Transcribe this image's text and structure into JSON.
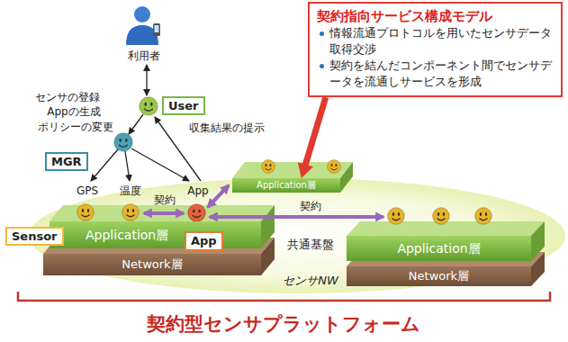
{
  "diagram": {
    "caption": "契約型センサプラットフォーム",
    "nodes": [
      {
        "text": [
          "契約指向サービス構成モデル",
          "情報流通プロトコルを用いたセンサデータ取得交渉",
          "契約を結んだコンポーネント間でセンサデータを流通しサービスを形成"
        ]
      },
      {
        "text": [
          "User"
        ]
      },
      {
        "text": [
          "MGR"
        ]
      },
      {
        "text": [
          "Application層"
        ]
      },
      {
        "text": [
          "Application層"
        ]
      },
      {
        "text": [
          "Sensor"
        ]
      },
      {
        "text": [
          "App"
        ],
        "in": 4
      },
      {
        "text": [
          "Application層"
        ]
      },
      {
        "text": [
          "Network層"
        ]
      },
      {
        "text": [
          "Network層"
        ]
      }
    ],
    "edges": [
      {
        "from": 0,
        "to": 3,
        "arrow": "to"
      }
    ],
    "labels": [
      "利用者",
      "センサの登録",
      "Appの生成",
      "ポリシーの変更",
      "収集結果の提示",
      "GPS",
      "温度",
      "契約",
      "App",
      "契約",
      "共通基盤",
      "センサNW"
    ]
  }
}
